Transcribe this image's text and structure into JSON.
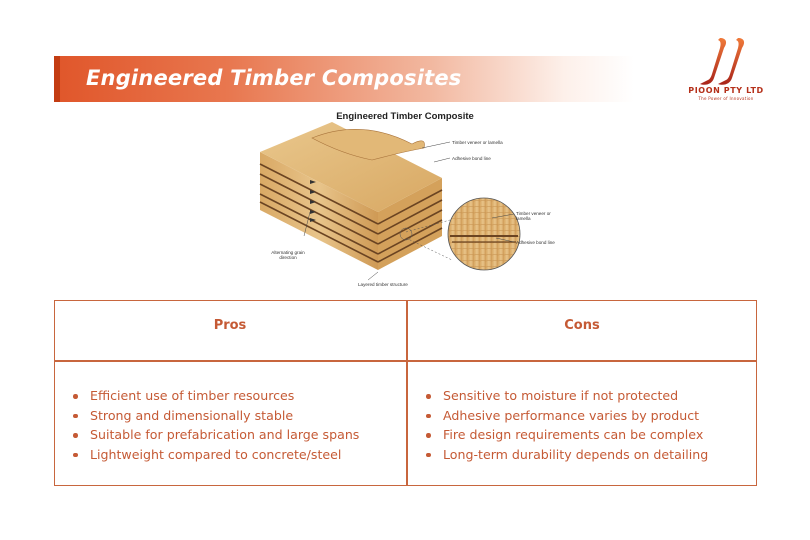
{
  "slide": {
    "title": "Engineered Timber Composites"
  },
  "logo": {
    "name": "PIOON PTY LTD",
    "tagline": "The Power of Innovation",
    "color": "#b5301a"
  },
  "figure": {
    "title": "Engineered Timber Composite",
    "callouts": {
      "veneer_top": "Timber veneer or lamella",
      "bond_top": "Adhesive bond line",
      "veneer_detail": "Timber veneer or lamella",
      "bond_detail": "Adhesive bond line",
      "grain": "Alternating grain direction",
      "structure": "Layered timber structure"
    }
  },
  "table": {
    "pros": {
      "heading": "Pros",
      "items": [
        "Efficient use of timber resources",
        "Strong and dimensionally stable",
        "Suitable for prefabrication and large spans",
        "Lightweight compared to concrete/steel"
      ]
    },
    "cons": {
      "heading": "Cons",
      "items": [
        "Sensitive to moisture if not protected",
        "Adhesive performance varies by product",
        "Fire design requirements can be complex",
        "Long-term durability depends on detailing"
      ]
    }
  },
  "colors": {
    "accent": "#e0562a",
    "text_accent": "#c55a35",
    "border": "#c8663e"
  }
}
